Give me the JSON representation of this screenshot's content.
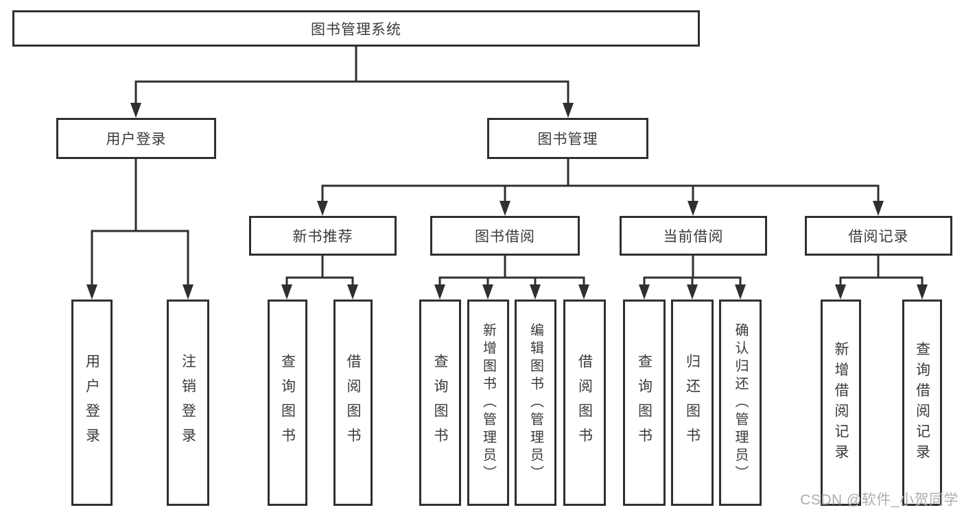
{
  "nodes": {
    "root": "图书管理系统",
    "branch_user_login": "用户登录",
    "branch_book_mgmt": "图书管理",
    "cat_new_book_rec": "新书推荐",
    "cat_book_borrow": "图书借阅",
    "cat_current_borrow": "当前借阅",
    "cat_borrow_record": "借阅记录",
    "leaf_user_login": "用户登录",
    "leaf_logout": "注销登录",
    "leaf_nbr_query_book": "查询图书",
    "leaf_nbr_borrow_book": "借阅图书",
    "leaf_bb_query_book": "查询图书",
    "leaf_bb_add_book": "新增图书（管理员）",
    "leaf_bb_edit_book": "编辑图书（管理员）",
    "leaf_bb_borrow_book": "借阅图书",
    "leaf_cb_query_book": "查询图书",
    "leaf_cb_return_book": "归还图书",
    "leaf_cb_confirm_return": "确认归还（管理员）",
    "leaf_br_add_record": "新增借阅记录",
    "leaf_br_query_record": "查询借阅记录"
  },
  "colors": {
    "line": "#2f2f2f",
    "text": "#3a3a3a",
    "background": "#ffffff",
    "watermark": "#adadad"
  },
  "watermark": "CSDN @软件_小贺同学"
}
